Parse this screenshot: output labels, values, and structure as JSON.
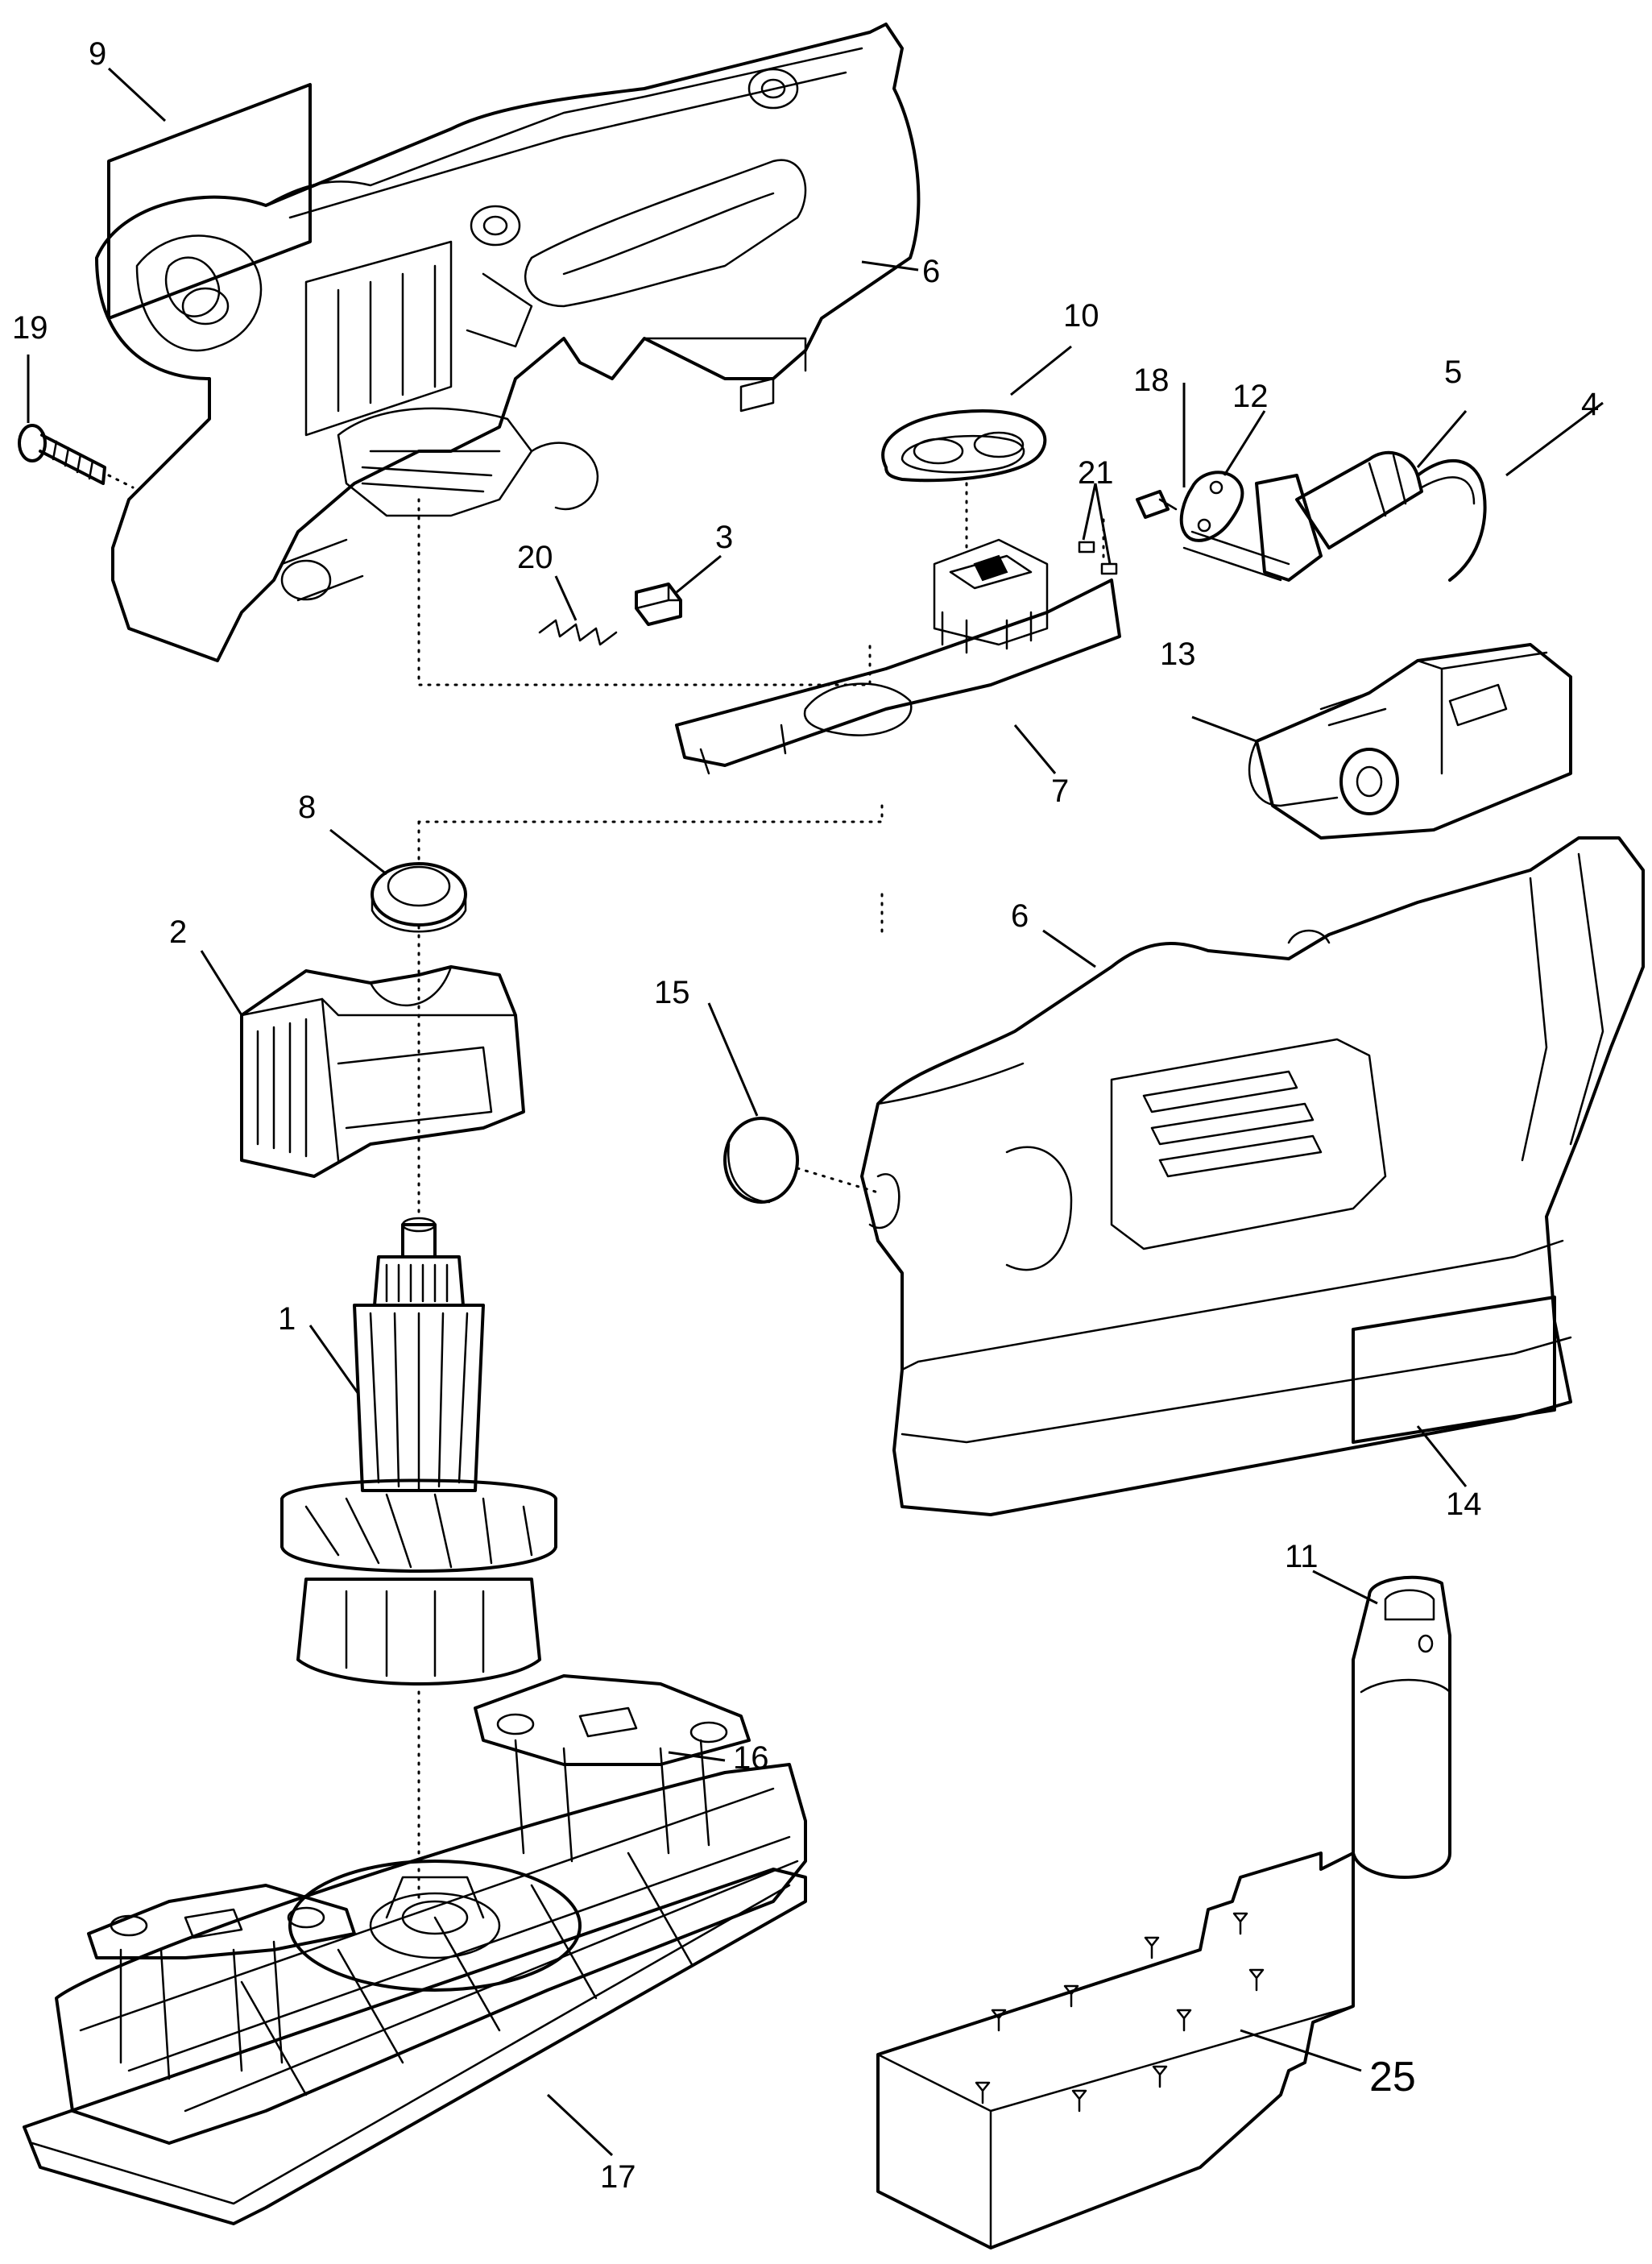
{
  "labels": {
    "p1": "1",
    "p2": "2",
    "p3": "3",
    "p4": "4",
    "p5": "5",
    "p6a": "6",
    "p6b": "6",
    "p7": "7",
    "p8": "8",
    "p9": "9",
    "p10": "10",
    "p11": "11",
    "p12": "12",
    "p13": "13",
    "p14": "14",
    "p15": "15",
    "p16": "16",
    "p17": "17",
    "p18": "18",
    "p19": "19",
    "p20": "20",
    "p21": "21",
    "p25": "25"
  }
}
